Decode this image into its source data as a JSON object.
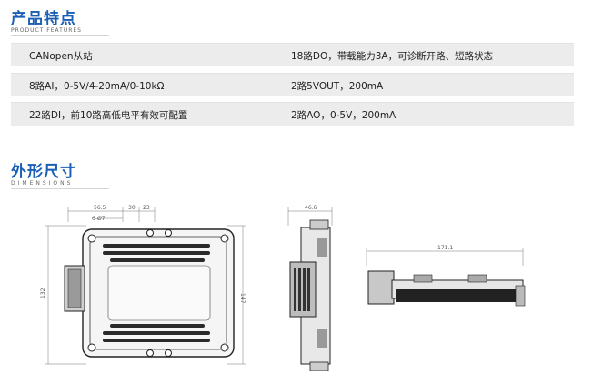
{
  "features_section": {
    "title": "产品特点",
    "subtitle": "PRODUCT FEATURES",
    "rows": [
      {
        "left": "CANopen从站",
        "right": "18路DO，带载能力3A，可诊断开路、短路状态"
      },
      {
        "left": "8路AI，0-5V/4-20mA/0-10kΩ",
        "right": "2路5VOUT，200mA"
      },
      {
        "left": "22路DI，前10路高低电平有效可配置",
        "right": "2路AO，0-5V，200mA"
      }
    ]
  },
  "dimensions_section": {
    "title": "外形尺寸",
    "subtitle": "DIMENSIONS",
    "front_view": {
      "dims": [
        "56.5",
        "30",
        "23",
        "6-Ø7",
        "132",
        "147"
      ]
    },
    "side_view": {
      "dims": [
        "46.6"
      ]
    },
    "bottom_view": {
      "dims": [
        "171.1"
      ]
    }
  }
}
